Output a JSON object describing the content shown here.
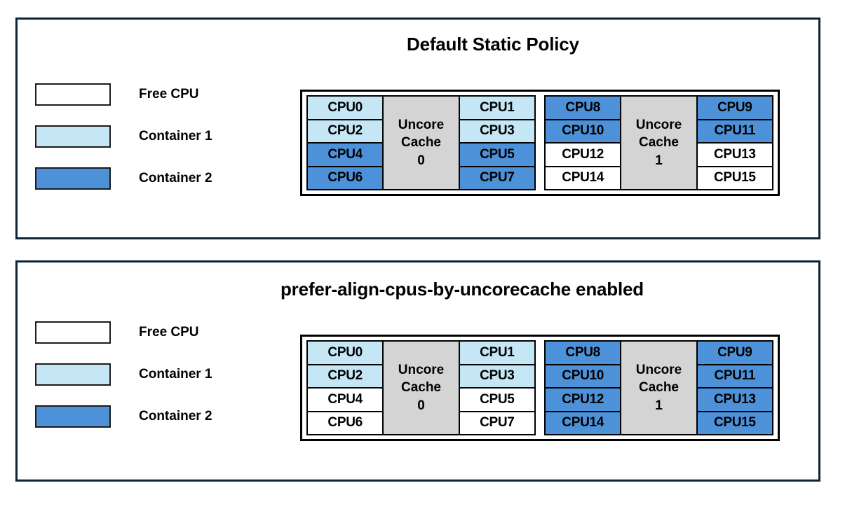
{
  "panels": [
    {
      "title": "Default Static Policy",
      "legend": [
        {
          "label": "Free CPU",
          "color": "#ffffff"
        },
        {
          "label": "Container 1",
          "color": "#c5e7f5"
        },
        {
          "label": "Container 2",
          "color": "#4d91d9"
        }
      ],
      "groups": [
        {
          "cache_label_line1": "Uncore",
          "cache_label_line2": "Cache",
          "cache_index": "0",
          "left_column": [
            {
              "label": "CPU0",
              "color": "#c5e7f5"
            },
            {
              "label": "CPU2",
              "color": "#c5e7f5"
            },
            {
              "label": "CPU4",
              "color": "#4d91d9"
            },
            {
              "label": "CPU6",
              "color": "#4d91d9"
            }
          ],
          "right_column": [
            {
              "label": "CPU1",
              "color": "#c5e7f5"
            },
            {
              "label": "CPU3",
              "color": "#c5e7f5"
            },
            {
              "label": "CPU5",
              "color": "#4d91d9"
            },
            {
              "label": "CPU7",
              "color": "#4d91d9"
            }
          ]
        },
        {
          "cache_label_line1": "Uncore",
          "cache_label_line2": "Cache",
          "cache_index": "1",
          "left_column": [
            {
              "label": "CPU8",
              "color": "#4d91d9"
            },
            {
              "label": "CPU10",
              "color": "#4d91d9"
            },
            {
              "label": "CPU12",
              "color": "#ffffff"
            },
            {
              "label": "CPU14",
              "color": "#ffffff"
            }
          ],
          "right_column": [
            {
              "label": "CPU9",
              "color": "#4d91d9"
            },
            {
              "label": "CPU11",
              "color": "#4d91d9"
            },
            {
              "label": "CPU13",
              "color": "#ffffff"
            },
            {
              "label": "CPU15",
              "color": "#ffffff"
            }
          ]
        }
      ]
    },
    {
      "title": "prefer-align-cpus-by-uncorecache enabled",
      "legend": [
        {
          "label": "Free CPU",
          "color": "#ffffff"
        },
        {
          "label": "Container 1",
          "color": "#c5e7f5"
        },
        {
          "label": "Container 2",
          "color": "#4d91d9"
        }
      ],
      "groups": [
        {
          "cache_label_line1": "Uncore",
          "cache_label_line2": "Cache",
          "cache_index": "0",
          "left_column": [
            {
              "label": "CPU0",
              "color": "#c5e7f5"
            },
            {
              "label": "CPU2",
              "color": "#c5e7f5"
            },
            {
              "label": "CPU4",
              "color": "#ffffff"
            },
            {
              "label": "CPU6",
              "color": "#ffffff"
            }
          ],
          "right_column": [
            {
              "label": "CPU1",
              "color": "#c5e7f5"
            },
            {
              "label": "CPU3",
              "color": "#c5e7f5"
            },
            {
              "label": "CPU5",
              "color": "#ffffff"
            },
            {
              "label": "CPU7",
              "color": "#ffffff"
            }
          ]
        },
        {
          "cache_label_line1": "Uncore",
          "cache_label_line2": "Cache",
          "cache_index": "1",
          "left_column": [
            {
              "label": "CPU8",
              "color": "#4d91d9"
            },
            {
              "label": "CPU10",
              "color": "#4d91d9"
            },
            {
              "label": "CPU12",
              "color": "#4d91d9"
            },
            {
              "label": "CPU14",
              "color": "#4d91d9"
            }
          ],
          "right_column": [
            {
              "label": "CPU9",
              "color": "#4d91d9"
            },
            {
              "label": "CPU11",
              "color": "#4d91d9"
            },
            {
              "label": "CPU13",
              "color": "#4d91d9"
            },
            {
              "label": "CPU15",
              "color": "#4d91d9"
            }
          ]
        }
      ]
    }
  ],
  "colors": {
    "frame": "#0d2436",
    "cell_border": "#000000",
    "cache_fill": "#d4d4d4",
    "free_cpu": "#ffffff",
    "container_1": "#c5e7f5",
    "container_2": "#4d91d9"
  }
}
